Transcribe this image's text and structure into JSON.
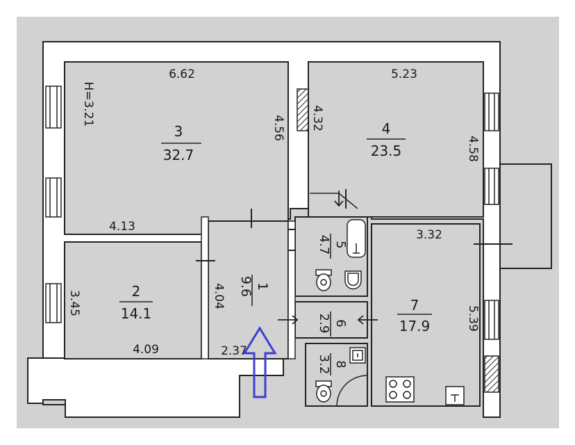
{
  "plan": {
    "height_label": "H=3.21",
    "rooms": [
      {
        "number": "1",
        "area": "9.6"
      },
      {
        "number": "2",
        "area": "14.1"
      },
      {
        "number": "3",
        "area": "32.7"
      },
      {
        "number": "4",
        "area": "23.5"
      },
      {
        "number": "5",
        "area": "4.7"
      },
      {
        "number": "6",
        "area": "2.9"
      },
      {
        "number": "7",
        "area": "17.9"
      },
      {
        "number": "8",
        "area": "3.2"
      }
    ],
    "dimensions": {
      "room3_width": "6.62",
      "room3_depth": "4.56",
      "room4_width": "5.23",
      "room4_depth_left": "4.32",
      "room4_depth_right": "4.58",
      "room2_top": "4.13",
      "room2_bottom": "4.09",
      "room2_depth": "3.45",
      "room1_depth": "4.04",
      "room1_width": "2.37",
      "room7_width": "3.32",
      "room7_depth": "5.39"
    },
    "colors": {
      "paper": "#d2d2d2",
      "wall": "#ffffff",
      "line": "#222222",
      "arrow": "#3b3fd1"
    },
    "icons": {
      "entrance": "entrance-arrow-icon",
      "toilet": "toilet-icon",
      "bathtub": "bathtub-icon",
      "sink": "sink-icon",
      "stove": "stove-icon"
    }
  }
}
